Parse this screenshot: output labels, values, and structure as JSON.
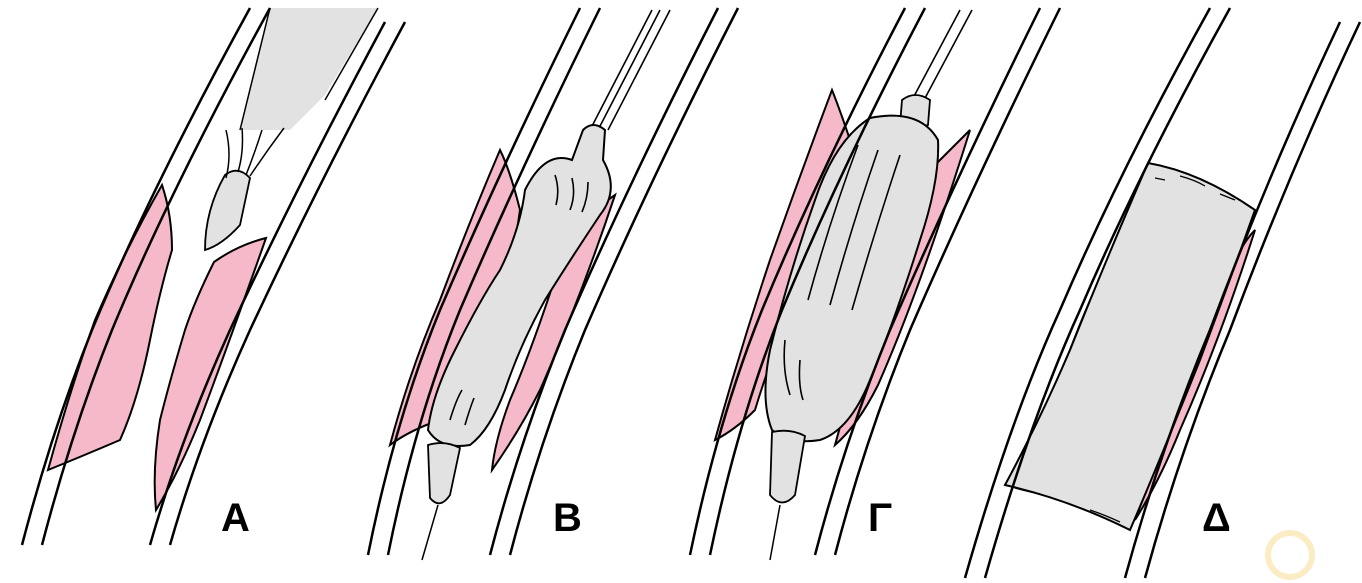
{
  "colors": {
    "plaque": "#f6b9c9",
    "device": "#e2e2e2",
    "wall": "#000000",
    "background": "#ffffff",
    "watermark": "#fbecc4"
  },
  "panels": [
    {
      "label": "A"
    },
    {
      "label": "B"
    },
    {
      "label": "Γ"
    },
    {
      "label": "Δ"
    }
  ]
}
